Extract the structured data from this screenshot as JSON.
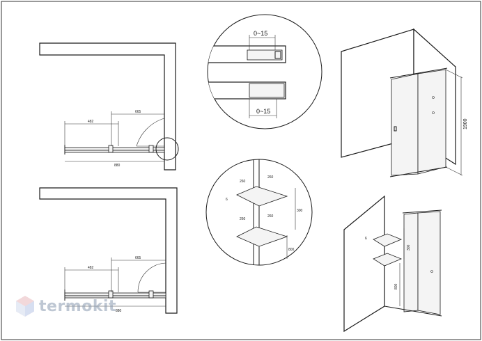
{
  "watermark": {
    "text": "termokit"
  },
  "plan_top": {
    "dim_width": "880",
    "dim_door": "482",
    "dim_panel": "665"
  },
  "plan_bottom": {
    "dim_width": "880",
    "dim_door": "482",
    "dim_panel": "665"
  },
  "detail_profile": {
    "dim_top": "0~15",
    "dim_bottom": "0~15"
  },
  "detail_shelf": {
    "dim_depth_a1": "260",
    "dim_depth_b1": "260",
    "dim_depth_a2": "260",
    "dim_depth_b2": "260",
    "dim_thickness": "6",
    "dim_spacing": "300",
    "dim_height": "800"
  },
  "view_3d_top": {
    "dim_height": "1900"
  },
  "view_3d_bottom": {
    "dim_thickness": "6",
    "dim_spacing": "300",
    "dim_height": "800"
  }
}
